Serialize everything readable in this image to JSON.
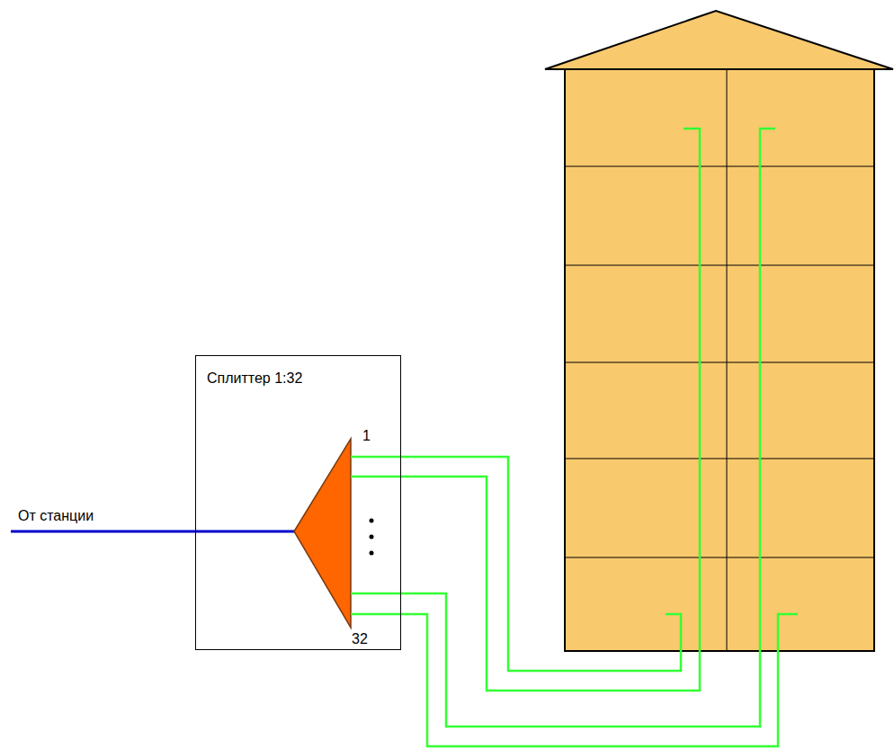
{
  "diagram": {
    "nodes": [
      {
        "text": [
          "Сплиттер 1:32"
        ]
      }
    ],
    "labels": [
      "От станции",
      "1",
      "32"
    ]
  }
}
